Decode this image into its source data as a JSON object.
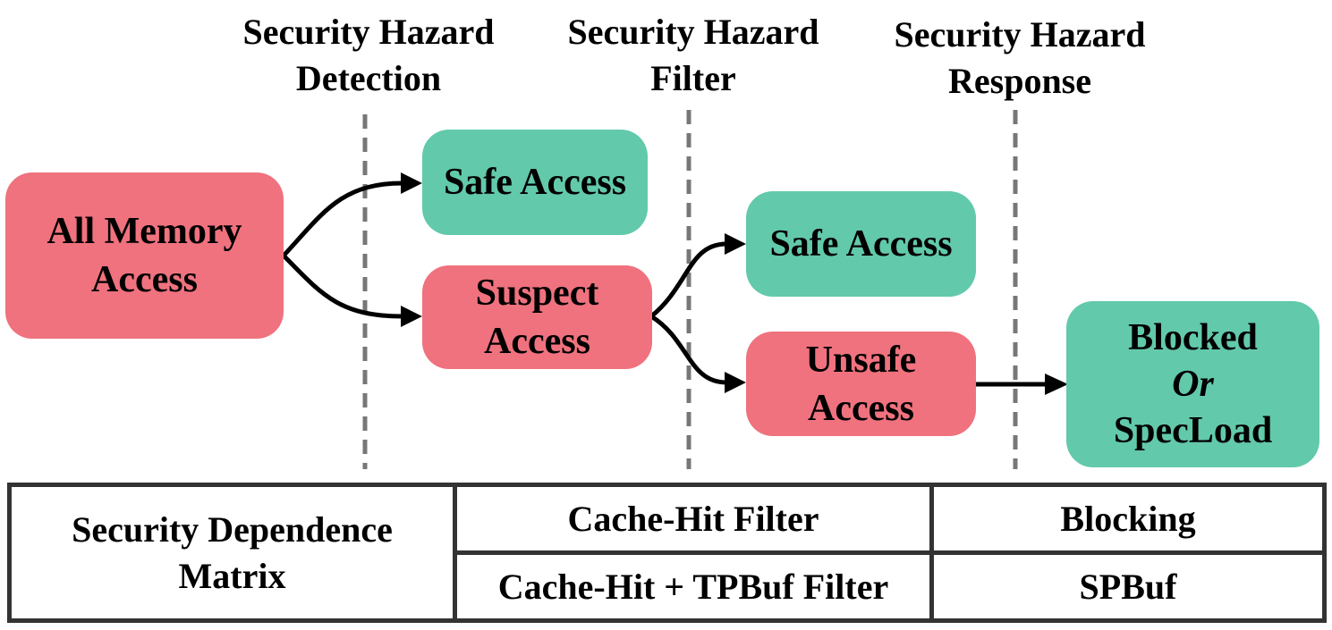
{
  "stages": [
    {
      "line1": "Security Hazard",
      "line2": "Detection"
    },
    {
      "line1": "Security Hazard",
      "line2": "Filter"
    },
    {
      "line1": "Security Hazard",
      "line2": "Response"
    }
  ],
  "nodes": {
    "all_memory": {
      "line1": "All Memory",
      "line2": "Access",
      "color": "#ef727e"
    },
    "safe_1": {
      "label": "Safe Access",
      "color": "#62c9ab"
    },
    "suspect": {
      "line1": "Suspect",
      "line2": "Access",
      "color": "#ef727e"
    },
    "safe_2": {
      "label": "Safe Access",
      "color": "#62c9ab"
    },
    "unsafe": {
      "line1": "Unsafe",
      "line2": "Access",
      "color": "#ef727e"
    },
    "blocked": {
      "line1": "Blocked",
      "line2": "Or",
      "line3": "SpecLoad",
      "color": "#62c9ab"
    }
  },
  "table": {
    "left_line1": "Security Dependence",
    "left_line2": "Matrix",
    "row1": {
      "filter": "Cache-Hit Filter",
      "response": "Blocking"
    },
    "row2": {
      "filter": "Cache-Hit + TPBuf Filter",
      "response": "SPBuf"
    }
  }
}
